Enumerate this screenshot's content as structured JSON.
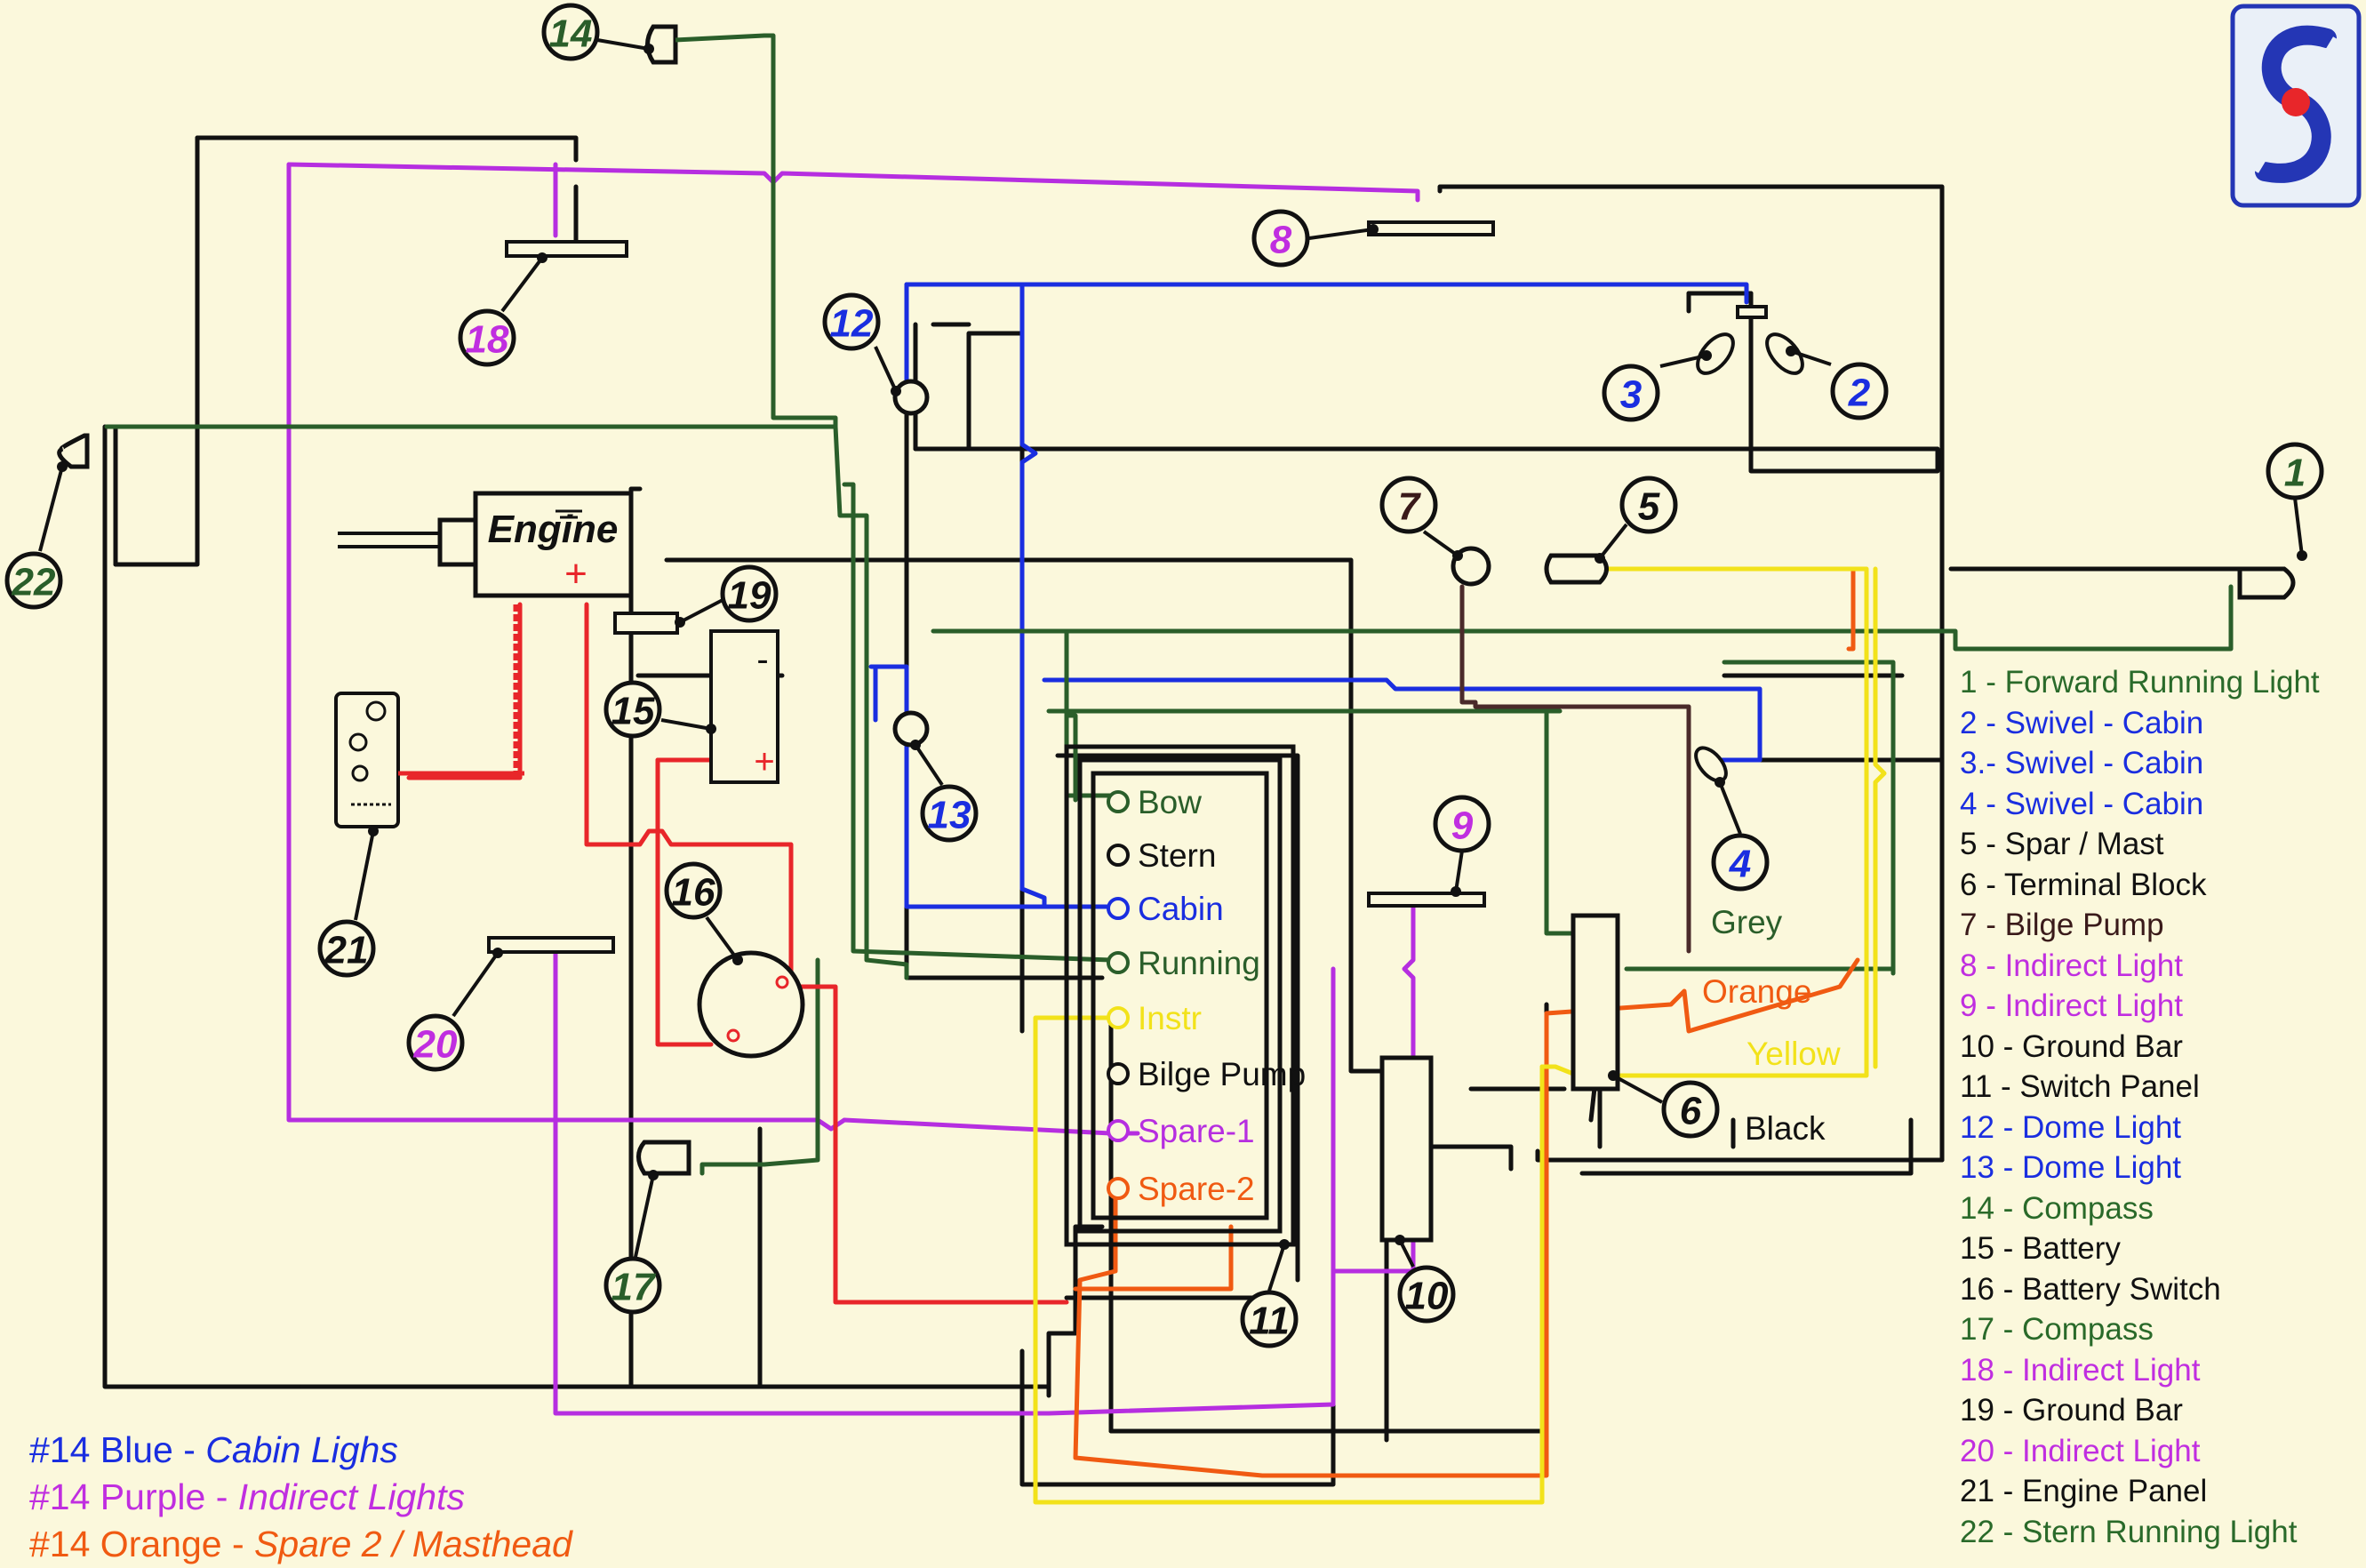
{
  "engine_label": "Engine",
  "engine_plus": "+",
  "battery_plus": "+",
  "battery_minus": "-",
  "callouts": [
    "1",
    "2",
    "3",
    "4",
    "5",
    "6",
    "7",
    "8",
    "9",
    "10",
    "11",
    "12",
    "13",
    "14",
    "15",
    "16",
    "17",
    "18",
    "19",
    "20",
    "21",
    "22"
  ],
  "switch_panel": [
    {
      "label": "Bow",
      "color": "#2a5e2a"
    },
    {
      "label": "Stern",
      "color": "#111111"
    },
    {
      "label": "Cabin",
      "color": "#1a2ee0"
    },
    {
      "label": "Running",
      "color": "#2a5e2a"
    },
    {
      "label": "Instr",
      "color": "#f2e21a"
    },
    {
      "label": "Bilge Pump",
      "color": "#111111"
    },
    {
      "label": "Spare-1",
      "color": "#b62ee0"
    },
    {
      "label": "Spare-2",
      "color": "#f05a12"
    }
  ],
  "wire_labels": {
    "grey": "Grey",
    "orange": "Orange",
    "yellow": "Yellow",
    "black": "Black"
  },
  "legend": [
    {
      "text": "1 - Forward Running Light",
      "color": "#2a6a2a"
    },
    {
      "text": "2 - Swivel - Cabin",
      "color": "#1a2ee0"
    },
    {
      "text": "3.- Swivel - Cabin",
      "color": "#1a2ee0"
    },
    {
      "text": "4 - Swivel - Cabin",
      "color": "#1a2ee0"
    },
    {
      "text": "5 - Spar / Mast",
      "color": "#111111"
    },
    {
      "text": "6 - Terminal Block",
      "color": "#111111"
    },
    {
      "text": "7 - Bilge Pump",
      "color": "#3a1a1a"
    },
    {
      "text": "8 - Indirect Light",
      "color": "#c02ee0"
    },
    {
      "text": "9 - Indirect Light",
      "color": "#c02ee0"
    },
    {
      "text": "10 - Ground Bar",
      "color": "#111111"
    },
    {
      "text": "11 - Switch Panel",
      "color": "#111111"
    },
    {
      "text": "12 - Dome Light",
      "color": "#1a2ee0"
    },
    {
      "text": "13 - Dome Light",
      "color": "#1a2ee0"
    },
    {
      "text": "14 - Compass",
      "color": "#2a6a2a"
    },
    {
      "text": "15 - Battery",
      "color": "#111111"
    },
    {
      "text": "16 - Battery Switch",
      "color": "#111111"
    },
    {
      "text": "17 - Compass",
      "color": "#2a6a2a"
    },
    {
      "text": "18 - Indirect Light",
      "color": "#c02ee0"
    },
    {
      "text": "19 - Ground Bar",
      "color": "#111111"
    },
    {
      "text": "20 - Indirect Light",
      "color": "#c02ee0"
    },
    {
      "text": "21 - Engine Panel",
      "color": "#111111"
    },
    {
      "text": "22 - Stern Running Light",
      "color": "#2a6a2a"
    }
  ],
  "wire_key": [
    {
      "gauge": "#14 Blue - ",
      "purpose": "Cabin Lighs",
      "color": "#1a2ee0"
    },
    {
      "gauge": "#14 Purple - ",
      "purpose": "Indirect Lights",
      "color": "#c02ee0"
    },
    {
      "gauge": "#14 Orange - ",
      "purpose": "Spare 2 / Masthead",
      "color": "#f05a12"
    }
  ],
  "colors": {
    "background": "#fbf8dc",
    "black": "#111111",
    "blue": "#1a2ee0",
    "purple": "#b62ee0",
    "green": "#2a5e2a",
    "red": "#e8262a",
    "orange": "#f05a12",
    "yellow": "#f2e21a",
    "brown": "#4a2a2a"
  }
}
